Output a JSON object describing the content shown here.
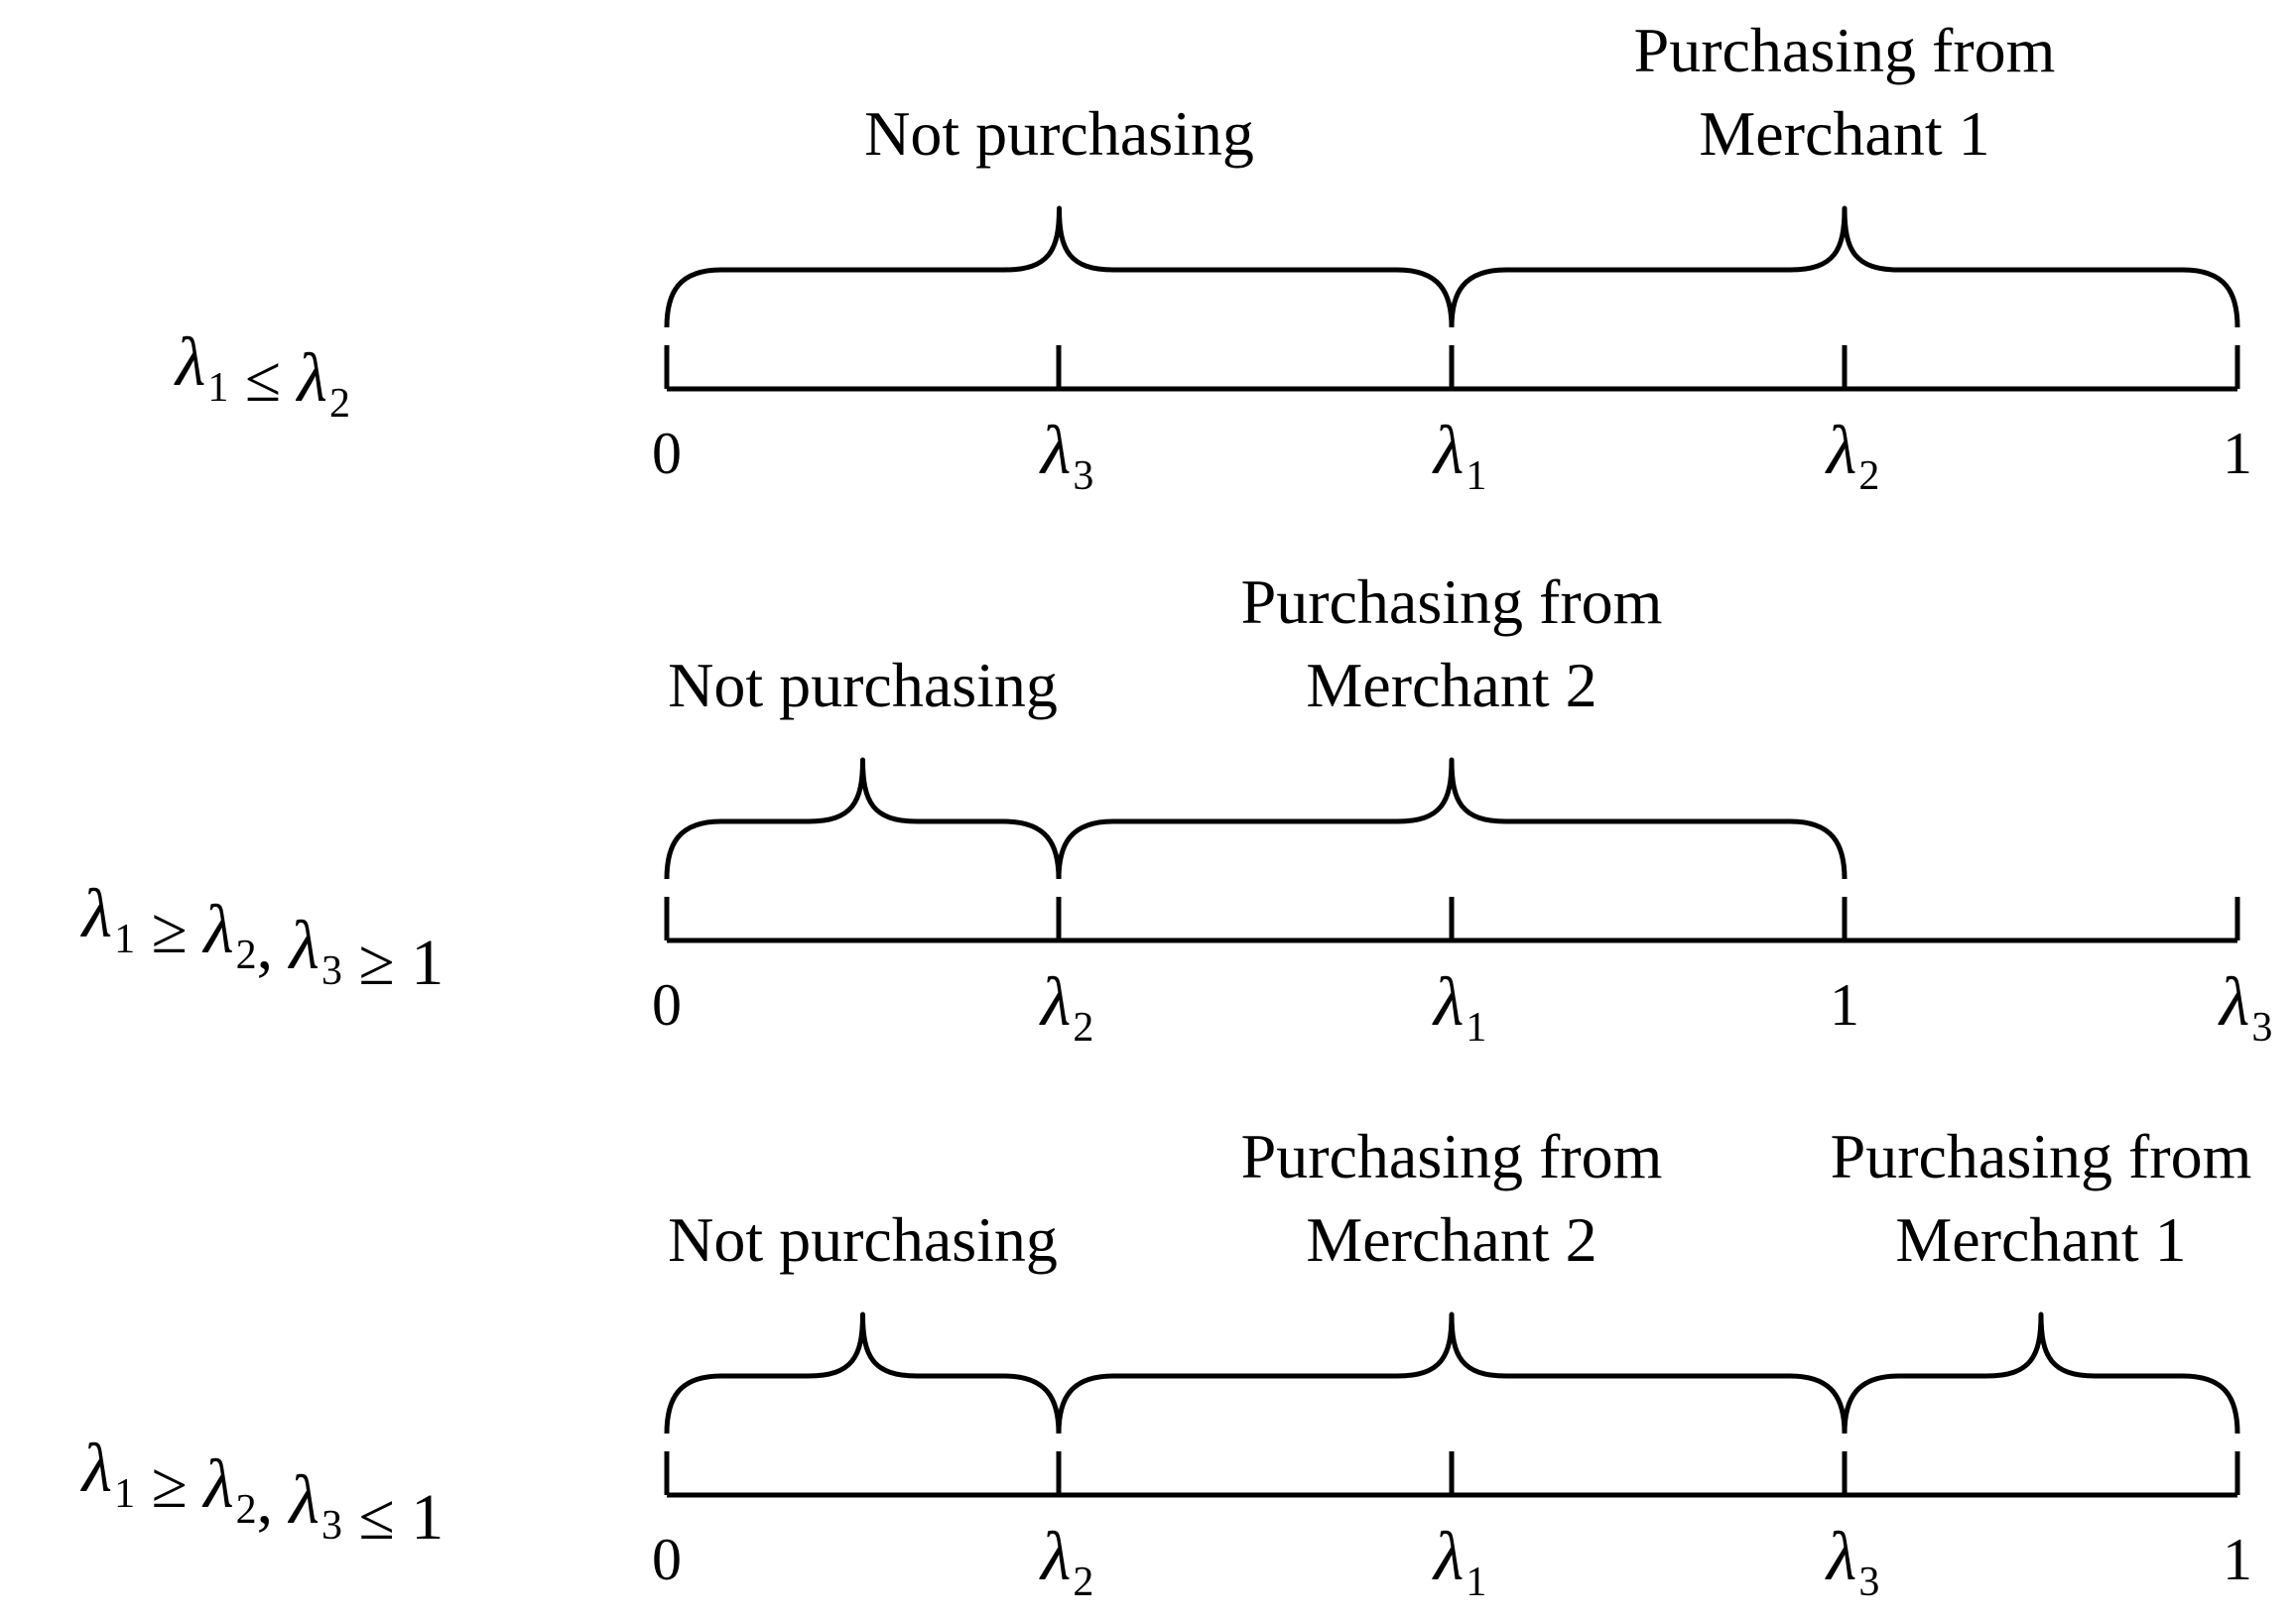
{
  "rows": [
    {
      "condition": {
        "parts": [
          {
            "sym": "λ",
            "sub": "1"
          },
          {
            "op": " ≤ "
          },
          {
            "sym": "λ",
            "sub": "2"
          }
        ]
      },
      "ticks": [
        {
          "kind": "num",
          "text": "0"
        },
        {
          "kind": "lambda",
          "sym": "λ",
          "sub": "3"
        },
        {
          "kind": "lambda",
          "sym": "λ",
          "sub": "1"
        },
        {
          "kind": "lambda",
          "sym": "λ",
          "sub": "2"
        },
        {
          "kind": "num",
          "text": "1"
        }
      ],
      "segments": [
        {
          "lines": [
            "Not purchasing"
          ],
          "from": 0,
          "to": 2
        },
        {
          "lines": [
            "Purchasing from",
            "Merchant 1"
          ],
          "from": 2,
          "to": 4
        }
      ]
    },
    {
      "condition": {
        "parts": [
          {
            "sym": "λ",
            "sub": "1"
          },
          {
            "op": " ≥ "
          },
          {
            "sym": "λ",
            "sub": "2"
          },
          {
            "op": ", "
          },
          {
            "sym": "λ",
            "sub": "3"
          },
          {
            "op": " ≥ 1"
          }
        ]
      },
      "ticks": [
        {
          "kind": "num",
          "text": "0"
        },
        {
          "kind": "lambda",
          "sym": "λ",
          "sub": "2"
        },
        {
          "kind": "lambda",
          "sym": "λ",
          "sub": "1"
        },
        {
          "kind": "num",
          "text": "1"
        },
        {
          "kind": "lambda",
          "sym": "λ",
          "sub": "3"
        }
      ],
      "segments": [
        {
          "lines": [
            "Not purchasing"
          ],
          "from": 0,
          "to": 1
        },
        {
          "lines": [
            "Purchasing from",
            "Merchant 2"
          ],
          "from": 1,
          "to": 3
        }
      ]
    },
    {
      "condition": {
        "parts": [
          {
            "sym": "λ",
            "sub": "1"
          },
          {
            "op": " ≥ "
          },
          {
            "sym": "λ",
            "sub": "2"
          },
          {
            "op": ", "
          },
          {
            "sym": "λ",
            "sub": "3"
          },
          {
            "op": " ≤ 1"
          }
        ]
      },
      "ticks": [
        {
          "kind": "num",
          "text": "0"
        },
        {
          "kind": "lambda",
          "sym": "λ",
          "sub": "2"
        },
        {
          "kind": "lambda",
          "sym": "λ",
          "sub": "1"
        },
        {
          "kind": "lambda",
          "sym": "λ",
          "sub": "3"
        },
        {
          "kind": "num",
          "text": "1"
        }
      ],
      "segments": [
        {
          "lines": [
            "Not purchasing"
          ],
          "from": 0,
          "to": 1
        },
        {
          "lines": [
            "Purchasing from",
            "Merchant 2"
          ],
          "from": 1,
          "to": 3
        },
        {
          "lines": [
            "Purchasing from",
            "Merchant 1"
          ],
          "from": 3,
          "to": 4
        }
      ]
    }
  ]
}
